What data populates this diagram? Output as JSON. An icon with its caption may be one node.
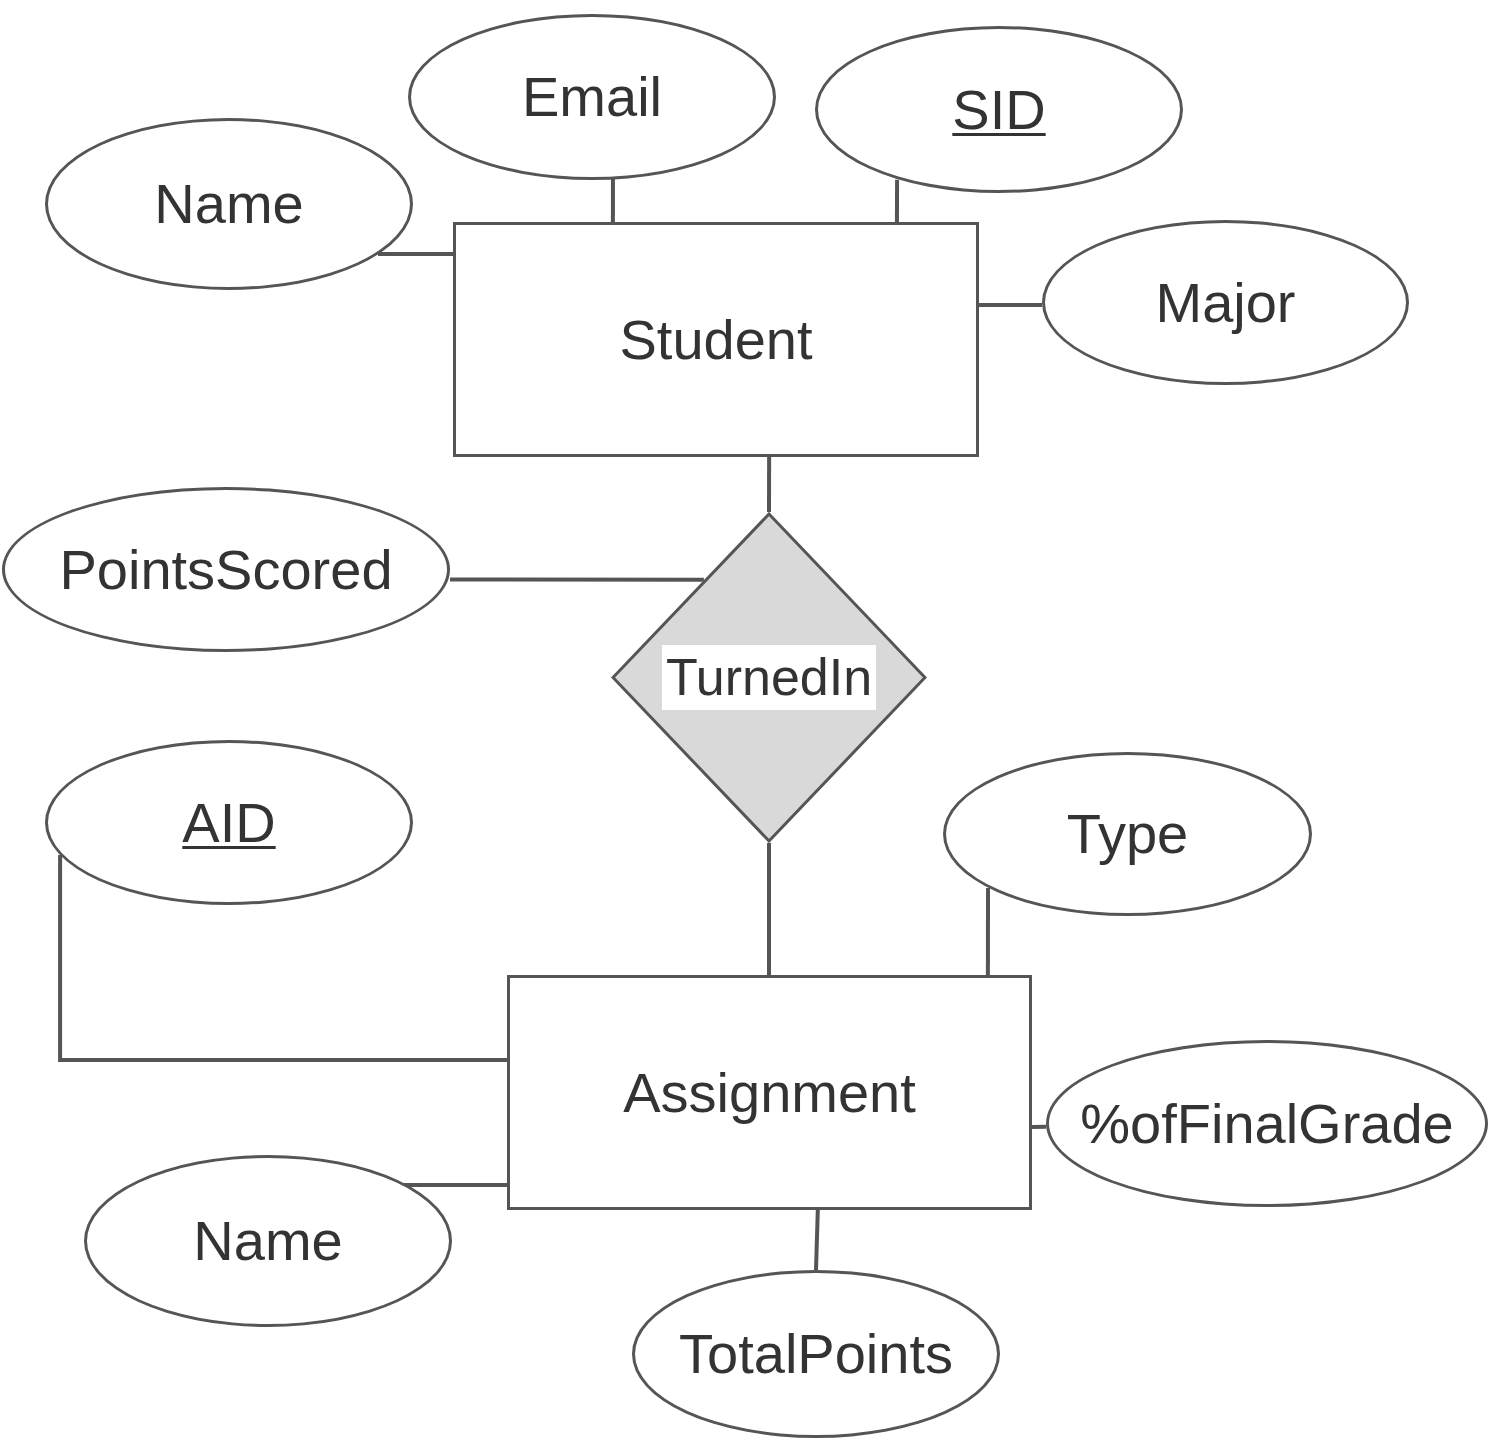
{
  "diagram": {
    "nodes": [
      {
        "text": [
          "Email"
        ]
      },
      {
        "text": [
          "SID"
        ]
      },
      {
        "text": [
          "Name"
        ]
      },
      {
        "text": [
          "Student"
        ]
      },
      {
        "text": [
          "Major"
        ]
      },
      {
        "text": [
          "PointsScored"
        ]
      },
      {
        "text": [
          "TurnedIn"
        ]
      },
      {
        "text": [
          "AID"
        ]
      },
      {
        "text": [
          "Type"
        ]
      },
      {
        "text": [
          "Assignment"
        ]
      },
      {
        "text": [
          "%ofFinalGrade"
        ]
      },
      {
        "text": [
          "Name"
        ]
      },
      {
        "text": [
          "TotalPoints"
        ]
      }
    ],
    "edges": [
      {
        "from": 0,
        "to": 3,
        "arrow": "none"
      },
      {
        "from": 1,
        "to": 3,
        "arrow": "none"
      },
      {
        "from": 2,
        "to": 3,
        "arrow": "none"
      },
      {
        "from": 3,
        "to": 4,
        "arrow": "none"
      },
      {
        "from": 3,
        "to": 6,
        "arrow": "none"
      },
      {
        "from": 5,
        "to": 6,
        "arrow": "none"
      },
      {
        "from": 6,
        "to": 9,
        "arrow": "none"
      },
      {
        "from": 7,
        "to": 9,
        "arrow": "none"
      },
      {
        "from": 8,
        "to": 9,
        "arrow": "none"
      },
      {
        "from": 9,
        "to": 10,
        "arrow": "none"
      },
      {
        "from": 11,
        "to": 9,
        "arrow": "none"
      },
      {
        "from": 9,
        "to": 12,
        "arrow": "none"
      }
    ]
  }
}
